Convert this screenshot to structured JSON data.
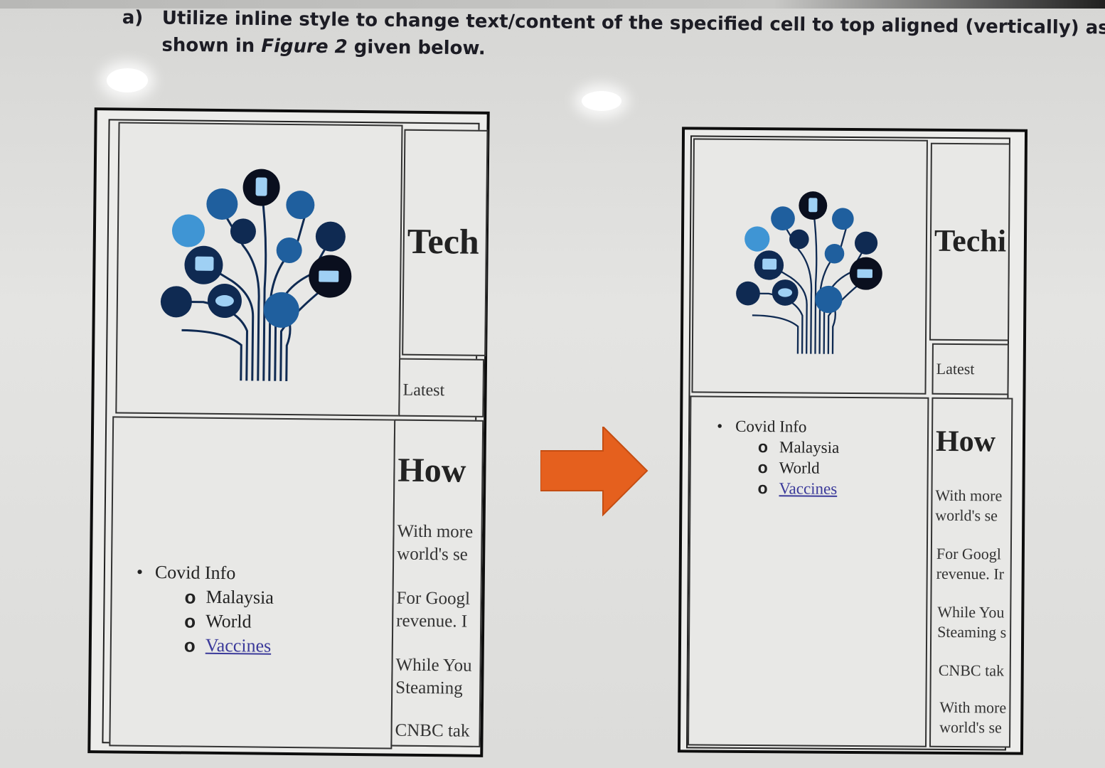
{
  "question": {
    "label": "a)",
    "line1": "Utilize inline style to change text/content of the specified cell to top aligned (vertically) as",
    "line2_prefix": "shown in ",
    "line2_fig": "Figure 2",
    "line2_suffix": " given below."
  },
  "figure_left": {
    "heading_tech": "Tech",
    "latest": "Latest",
    "heading_how": "How",
    "paragraphs": [
      "With more",
      "world's se",
      "For Googl",
      "revenue. I",
      "While You",
      "Steaming",
      "CNBC tak"
    ],
    "list": {
      "item": "Covid Info",
      "subitems": [
        "Malaysia",
        "World"
      ],
      "link": "Vaccines"
    }
  },
  "figure_right": {
    "heading_tech": "Techi",
    "latest": "Latest",
    "heading_how": "How",
    "paragraphs": [
      "With more",
      "world's se",
      "For Googl",
      "revenue. Ir",
      "While You",
      "Steaming s",
      "CNBC tak",
      "With more",
      "world's se"
    ],
    "list": {
      "item": "Covid Info",
      "subitems": [
        "Malaysia",
        "World"
      ],
      "link": "Vaccines"
    }
  },
  "colors": {
    "arrow": "#e5601e",
    "tree_dark": "#0f2a52",
    "tree_mid": "#1f5f9e",
    "tree_light": "#3f95d4"
  }
}
